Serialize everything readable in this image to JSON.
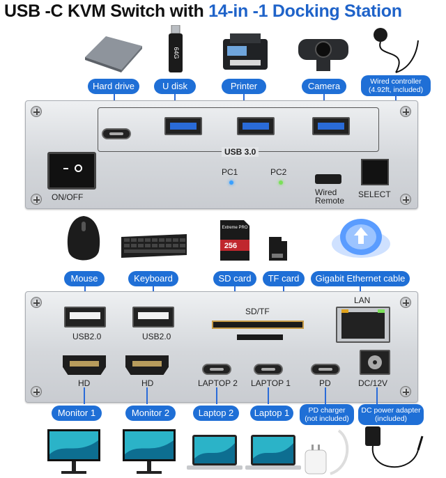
{
  "title": {
    "part1": "USB -C KVM Switch with ",
    "part2": "14-in -1 Docking Station"
  },
  "top_devices": {
    "hard_drive": "Hard drive",
    "u_disk": "U disk",
    "u_disk_capacity": "64G",
    "printer": "Printer",
    "camera": "Camera",
    "wired_controller": "Wired controller (4.92ft, included)"
  },
  "top_panel": {
    "usb_label": "USB 3.0",
    "pc1": "PC1",
    "pc2": "PC2",
    "on_off": "ON/OFF",
    "wired_remote": "Wired Remote",
    "select": "SELECT"
  },
  "middle_devices": {
    "mouse": "Mouse",
    "keyboard": "Keyboard",
    "sd_card": "SD card",
    "sd_brand": "Extreme PRO",
    "sd_capacity": "256",
    "tf_card": "TF card",
    "ethernet": "Gigabit Ethernet cable"
  },
  "bottom_panel": {
    "usb2_1": "USB2.0",
    "usb2_2": "USB2.0",
    "sdtf": "SD/TF",
    "lan": "LAN",
    "hd1": "HD",
    "hd2": "HD",
    "laptop2": "LAPTOP 2",
    "laptop1": "LAPTOP 1",
    "pd": "PD",
    "dc": "DC/12V"
  },
  "bottom_devices": {
    "monitor1": "Monitor 1",
    "monitor2": "Monitor 2",
    "laptop2": "Laptop 2",
    "laptop1": "Laptop 1",
    "pd_charger": "PD charger (not included)",
    "dc_adapter": "DC power adapter (included)"
  },
  "colors": {
    "accent": "#1f6fd6",
    "title_blue": "#1f63c9",
    "led_pc1": "#3aa0ff",
    "led_pc2": "#7be05a"
  }
}
